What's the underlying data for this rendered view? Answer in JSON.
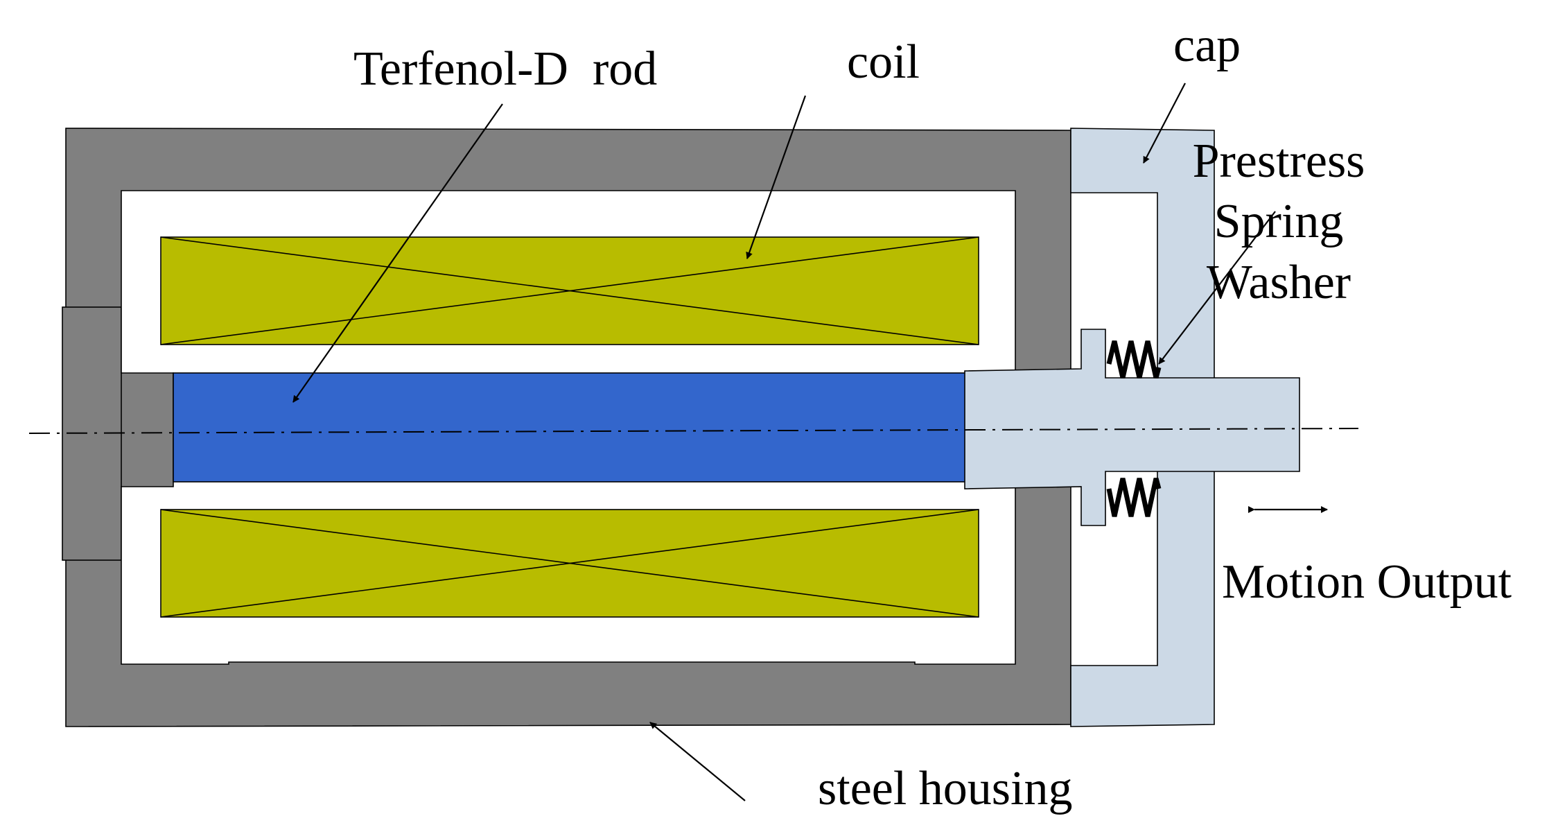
{
  "diagram": {
    "labels": {
      "rod": "Terfenol-D  rod",
      "coil": "coil",
      "cap": "cap",
      "spring_line1": "Prestress",
      "spring_line2": "Spring",
      "spring_line3": "Washer",
      "motion": "Motion Output",
      "housing": "steel housing"
    },
    "colors": {
      "housing": "#808080",
      "coil": "#b8bc00",
      "rod": "#3366cc",
      "cap": "#ccd9e6",
      "background": "#ffffff",
      "lines": "#000000"
    }
  }
}
